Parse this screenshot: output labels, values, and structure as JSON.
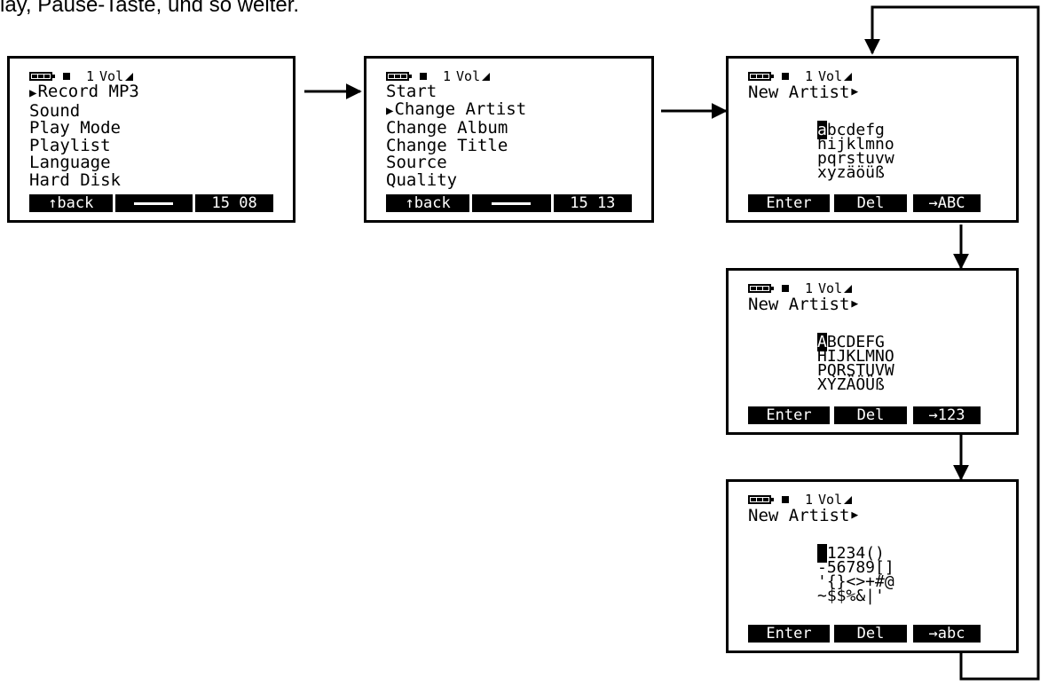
{
  "caption": "lay, Pause-Taste, und so weiter.",
  "status": {
    "number": "1",
    "vol_label": "Vol"
  },
  "screen1": {
    "items": [
      "Record MP3",
      "Sound",
      "Play Mode",
      "Playlist",
      "Language",
      "Hard Disk"
    ],
    "selected": 0,
    "softkeys": [
      "↑back",
      "",
      "15 08"
    ]
  },
  "screen2": {
    "items": [
      "Start",
      "Change Artist",
      "Change Album",
      "Change Title",
      "Source",
      "Quality"
    ],
    "selected": 1,
    "softkeys": [
      "↑back",
      "",
      "15 13"
    ]
  },
  "entry_screens": [
    {
      "header": "New Artist",
      "rows": [
        "abcdefg",
        "hijklmno",
        "pqrstuvw",
        "xyzäöüß"
      ],
      "softkeys": [
        "Enter",
        "Del",
        "→ABC"
      ]
    },
    {
      "header": "New Artist",
      "rows": [
        "ABCDEFG",
        "HIJKLMNO",
        "PQRSTUVW",
        "XYZÄÖÜß"
      ],
      "softkeys": [
        "Enter",
        "Del",
        "→123"
      ]
    },
    {
      "header": "New Artist",
      "rows": [
        " 1234()",
        "-56789[]",
        "'{}<>+#@",
        "~$$%&|'"
      ],
      "softkeys": [
        "Enter",
        "Del",
        "→abc"
      ]
    }
  ]
}
